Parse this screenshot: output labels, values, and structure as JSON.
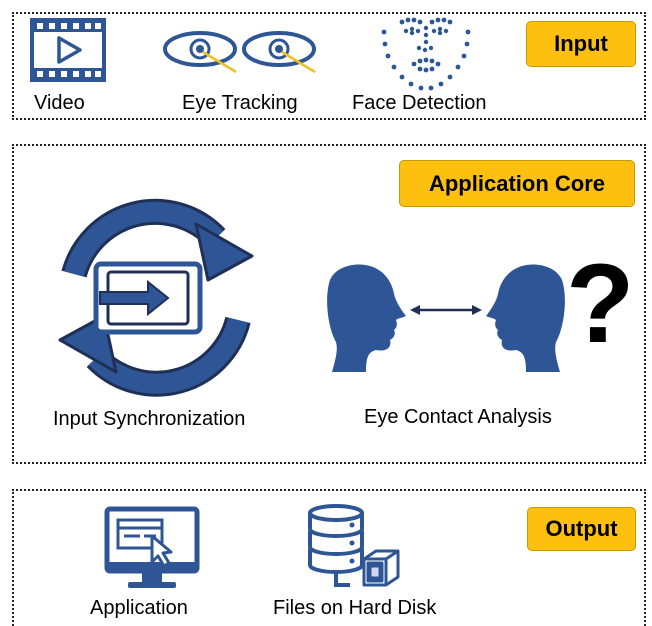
{
  "colors": {
    "icon_blue": "#2e5596",
    "badge": "#fdc00f",
    "gaze_line": "#f0c020"
  },
  "input": {
    "badge": "Input",
    "items": [
      {
        "label": "Video",
        "icon": "video-film-icon"
      },
      {
        "label": "Eye Tracking",
        "icon": "eye-tracking-icon"
      },
      {
        "label": "Face Detection",
        "icon": "face-landmarks-icon"
      }
    ]
  },
  "core": {
    "badge": "Application Core",
    "items": [
      {
        "label": "Input Synchronization",
        "icon": "sync-arrows-icon"
      },
      {
        "label": "Eye Contact Analysis",
        "icon": "eye-contact-heads-icon",
        "mark": "?"
      }
    ]
  },
  "output": {
    "badge": "Output",
    "items": [
      {
        "label": "Application",
        "icon": "monitor-app-icon"
      },
      {
        "label": "Files on Hard Disk",
        "icon": "database-files-icon"
      }
    ]
  }
}
